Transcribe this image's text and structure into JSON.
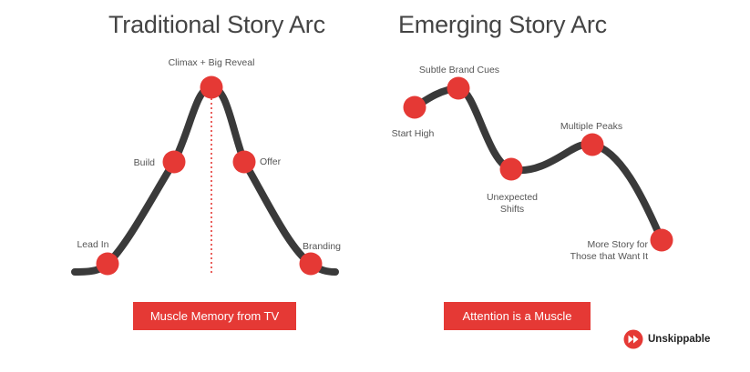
{
  "titles": {
    "traditional": "Traditional Story Arc",
    "emerging": "Emerging Story Arc"
  },
  "traditional_labels": {
    "climax": "Climax + Big Reveal",
    "build": "Build",
    "offer": "Offer",
    "lead_in": "Lead In",
    "branding": "Branding"
  },
  "emerging_labels": {
    "subtle_brand_cues": "Subtle Brand Cues",
    "start_high": "Start High",
    "multiple_peaks": "Multiple Peaks",
    "unexpected_shifts_1": "Unexpected",
    "unexpected_shifts_2": "Shifts",
    "more_story_1": "More Story for",
    "more_story_2": "Those that Want It"
  },
  "boxes": {
    "traditional": "Muscle Memory from TV",
    "emerging": "Attention is a Muscle"
  },
  "brand": {
    "name": "Unskippable",
    "icon": "fast-forward-icon"
  },
  "colors": {
    "accent_red": "#e53935",
    "curve": "#3a3a3a",
    "title_text": "#444444",
    "label_text": "#555555"
  }
}
